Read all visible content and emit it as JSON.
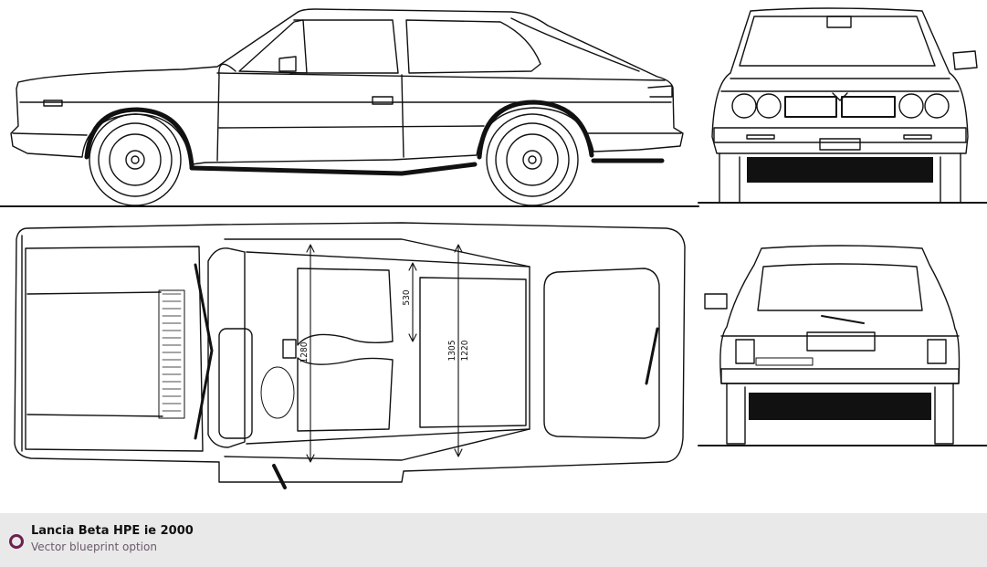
{
  "blueprint": {
    "dimensions": {
      "height_left": "1280",
      "rear_headroom": "530",
      "width_outer": "1305",
      "width_inner": "1220"
    }
  },
  "footer": {
    "title": "Lancia Beta HPE ie 2000",
    "subtitle": "Vector blueprint option",
    "accent_color": "#6e1f4f",
    "icon": "circle-bullet-icon"
  }
}
